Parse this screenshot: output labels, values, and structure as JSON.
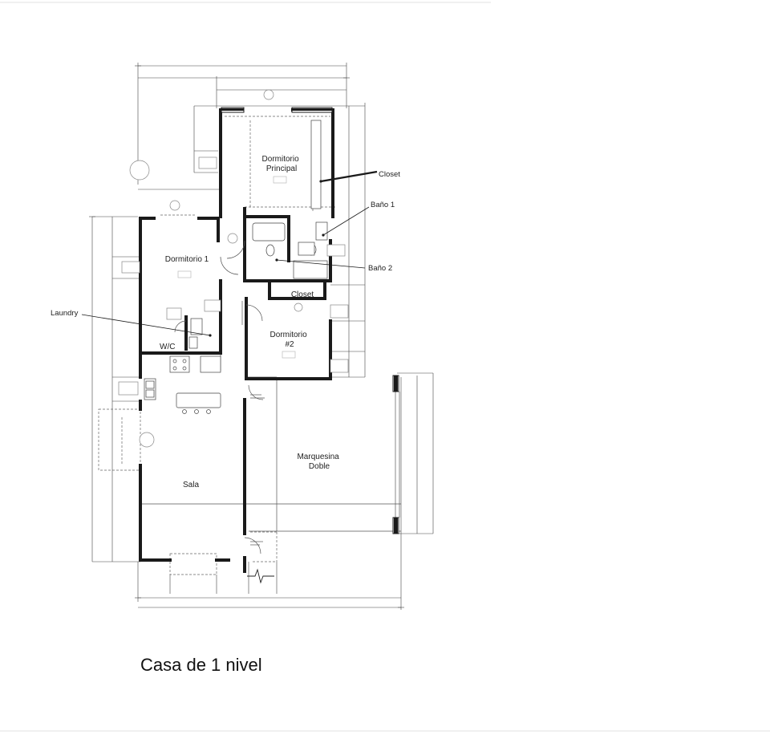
{
  "caption": "Casa de 1 nivel",
  "rooms": {
    "dormitorio_principal": "Dormitorio\nPrincipal",
    "dormitorio_1": "Dormitorio 1",
    "dormitorio_2": "Dormitorio\n#2",
    "closet_center": "Closet",
    "wc": "W/C",
    "marquesina": "Marquesina\nDoble",
    "sala": "Sala"
  },
  "callouts": {
    "closet": "Closet",
    "bano_1": "Baño 1",
    "bano_2": "Baño 2",
    "laundry": "Laundry"
  }
}
